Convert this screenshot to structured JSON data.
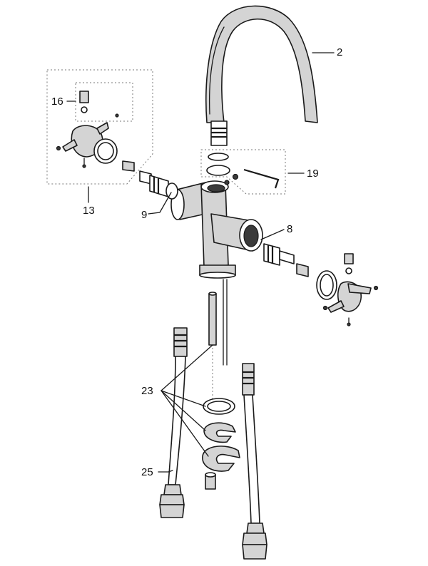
{
  "labels": {
    "spout": "2",
    "valve_left": "9",
    "valve_right": "8",
    "handle_assembly": "13",
    "handle_cap": "16",
    "spout_seal_kit": "19",
    "fixing_parts": "23",
    "hose": "25"
  },
  "colors": {
    "line": "#1a1a1a",
    "fill": "#ffffff",
    "shade": "#d4d4d4",
    "dashed": "#7a7a7a"
  }
}
